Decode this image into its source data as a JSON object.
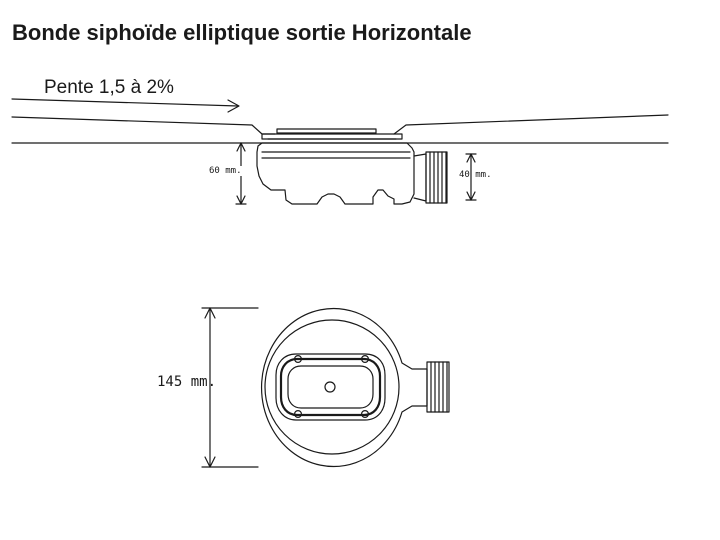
{
  "title": "Bonde siphoïde elliptique sortie Horizontale",
  "side_view": {
    "slope_label": "Pente 1,5 à 2%",
    "height_label": "60 mm.",
    "outlet_label": "40 mm."
  },
  "top_view": {
    "diameter_label": "145 mm."
  },
  "colors": {
    "ink": "#1a1a1a",
    "background": "#ffffff"
  }
}
